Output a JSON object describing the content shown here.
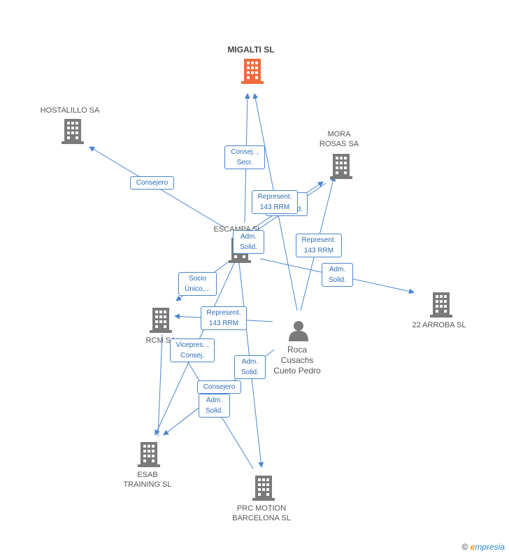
{
  "colors": {
    "main_company": "#f26b3a",
    "company": "#7a7a7a",
    "edge": "#4a86cf",
    "label_text": "#2f6db5"
  },
  "nodes": {
    "migalti": {
      "label": "MIGALTI SL",
      "icon": "building-icon"
    },
    "hostalillo": {
      "label": "HOSTALILLO SA",
      "icon": "building-icon"
    },
    "mora": {
      "label_line1": "MORA",
      "label_line2": "ROSAS SA",
      "icon": "building-icon"
    },
    "escampa": {
      "label": "ESCAMPA  SL",
      "icon": "building-icon"
    },
    "arroba": {
      "label": "22 ARROBA SL",
      "icon": "building-icon"
    },
    "rcm": {
      "label": "RCM SA",
      "icon": "building-icon"
    },
    "esab": {
      "label_line1": "ESAB",
      "label_line2": "TRAINING SL",
      "icon": "building-icon"
    },
    "prc": {
      "label_line1": "PRC MOTION",
      "label_line2": "BARCELONA SL",
      "icon": "building-icon"
    },
    "person": {
      "label_line1": "Roca",
      "label_line2": "Cusachs",
      "label_line3": "Cueto Pedro",
      "icon": "person-icon"
    }
  },
  "edge_labels": {
    "consej_secr": {
      "line1": "Consej. ,",
      "line2": "Secr."
    },
    "consejero_host": {
      "line1": "Consejero"
    },
    "represent_escampa_mora": {
      "line1": "Represent.",
      "line2": "143 RRM"
    },
    "adm_solid_escampa": {
      "line1": "Adm.",
      "line2": "Solid."
    },
    "represent_person_mora": {
      "line1": "Represent.",
      "line2": "143 RRM"
    },
    "adm_solid_arroba": {
      "line1": "Adm.",
      "line2": "Solid."
    },
    "socio_unico": {
      "line1": "Socio",
      "line2": "Único,..."
    },
    "represent_rcm": {
      "line1": "Represent.",
      "line2": "143 RRM"
    },
    "vicepres": {
      "line1": "Vicepres. ,",
      "line2": "Consej."
    },
    "adm_solid_prc": {
      "line1": "Adm.",
      "line2": "Solid."
    },
    "consejero_esab": {
      "line1": "Consejero"
    },
    "adm_solid_esab": {
      "line1": "Adm.",
      "line2": "Solid."
    }
  },
  "footer": {
    "copyright": "©",
    "brand_initial": "e",
    "brand_rest": "mpresia"
  }
}
